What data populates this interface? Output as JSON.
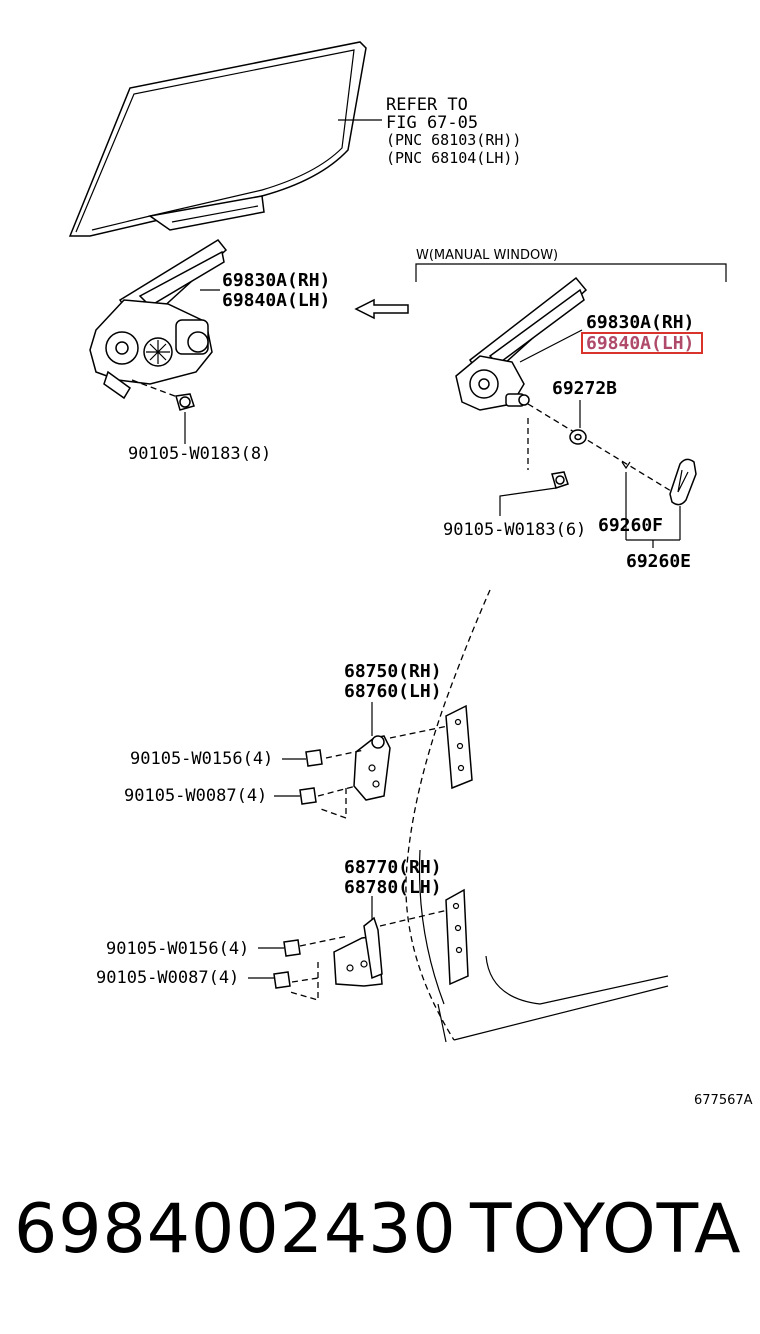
{
  "refer": {
    "line1": "REFER TO",
    "line2": "FIG 67-05",
    "line3": "(PNC 68103(RH))",
    "line4": "(PNC 68104(LH))"
  },
  "manual_window_label": "W(MANUAL WINDOW)",
  "regulator_left": {
    "rh": "69830A(RH)",
    "lh": "69840A(LH)",
    "bolt": "90105-W0183(8)"
  },
  "regulator_right": {
    "rh": "69830A(RH)",
    "lh": "69840A(LH)",
    "washer": "69272B",
    "bolt": "90105-W0183(6)",
    "handle_part": "69260F",
    "handle_assy": "69260E"
  },
  "upper_hinge": {
    "rh": "68750(RH)",
    "lh": "68760(LH)",
    "bolt1": "90105-W0156(4)",
    "bolt2": "90105-W0087(4)"
  },
  "lower_hinge": {
    "rh": "68770(RH)",
    "lh": "68780(LH)",
    "bolt1": "90105-W0156(4)",
    "bolt2": "90105-W0087(4)"
  },
  "figure_code": "677567A",
  "footer": {
    "part_number": "6984002430",
    "brand": "TOYOTA"
  },
  "colors": {
    "highlight_box": "#d9342b",
    "highlight_text": "#b04a6a"
  }
}
